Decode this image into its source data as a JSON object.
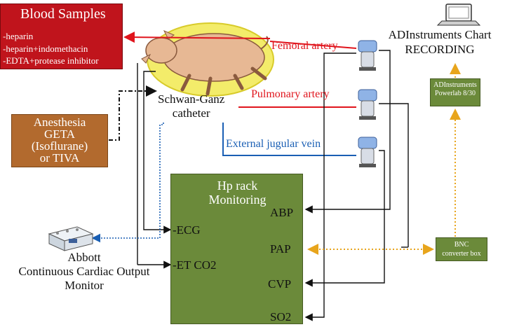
{
  "blood_samples": {
    "title": "Blood Samples",
    "items": [
      "-heparin",
      "-heparin+indomethacin",
      "-EDTA+protease inhibitor"
    ]
  },
  "anesthesia": {
    "lines": [
      "Anesthesia",
      "GETA",
      "(Isoflurane)",
      "or TIVA"
    ]
  },
  "catheter": {
    "lines": [
      "Schwan-Ganz",
      "catheter"
    ]
  },
  "vessels": {
    "femoral": "Femoral artery",
    "pulmonary": "Pulmonary artery",
    "jugular": "External jugular vein"
  },
  "chart_recording": {
    "lines": [
      "ADInstruments Chart",
      "RECORDING"
    ]
  },
  "powerlab": {
    "lines": [
      "ADInstruments",
      "Powerlab 8/30"
    ]
  },
  "bnc": {
    "lines": [
      "BNC",
      "converter box"
    ]
  },
  "hp_rack": {
    "title_lines": [
      "Hp rack",
      "Monitoring"
    ],
    "ports": {
      "abp": "ABP",
      "pap": "PAP",
      "cvp": "CVP",
      "so2": "SO2",
      "ecg": "-ECG",
      "etco2": "-ET CO2"
    }
  },
  "abbott": {
    "lines": [
      "Abbott",
      "Continuous Cardiac Output",
      "Monitor"
    ]
  },
  "colors": {
    "red_line": "#e0141c",
    "blue_line": "#1a5fb4",
    "orange_dotted": "#e8a51c",
    "box_green": "#6b8a3a",
    "box_red": "#c0141c",
    "box_brown": "#b26a2e"
  }
}
